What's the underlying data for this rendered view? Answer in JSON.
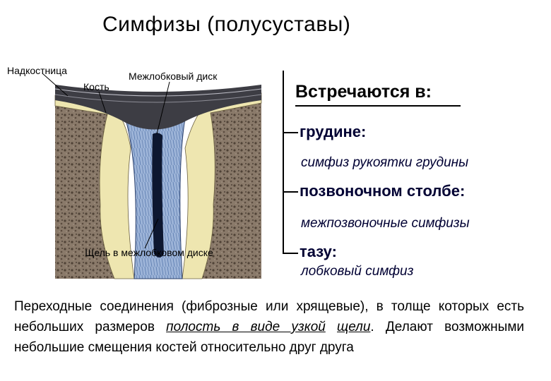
{
  "title": "Симфизы (полусуставы)",
  "figure": {
    "labels": {
      "periosteum": "Надкостница",
      "bone": "Кость",
      "disc": "Межлобковый диск",
      "gap": "Щель в межлобковом диске"
    }
  },
  "panel": {
    "heading": "Встречаются в:",
    "items": [
      {
        "location": "грудине:",
        "example": "симфиз рукоятки грудины"
      },
      {
        "location": "позвоночном столбе:",
        "example": "межпозвоночные симфизы"
      },
      {
        "location": "тазу:",
        "example": "лобковый симфиз"
      }
    ]
  },
  "description": {
    "part1": "Переходные соединения (фиброзные или хрящевые), в толще которых есть небольших размеров ",
    "underlined1": "полость в виде узкой",
    "space": " ",
    "underlined2": "щели",
    "part2": ". Делают возможными небольшие смещения костей относительно друг друга"
  }
}
